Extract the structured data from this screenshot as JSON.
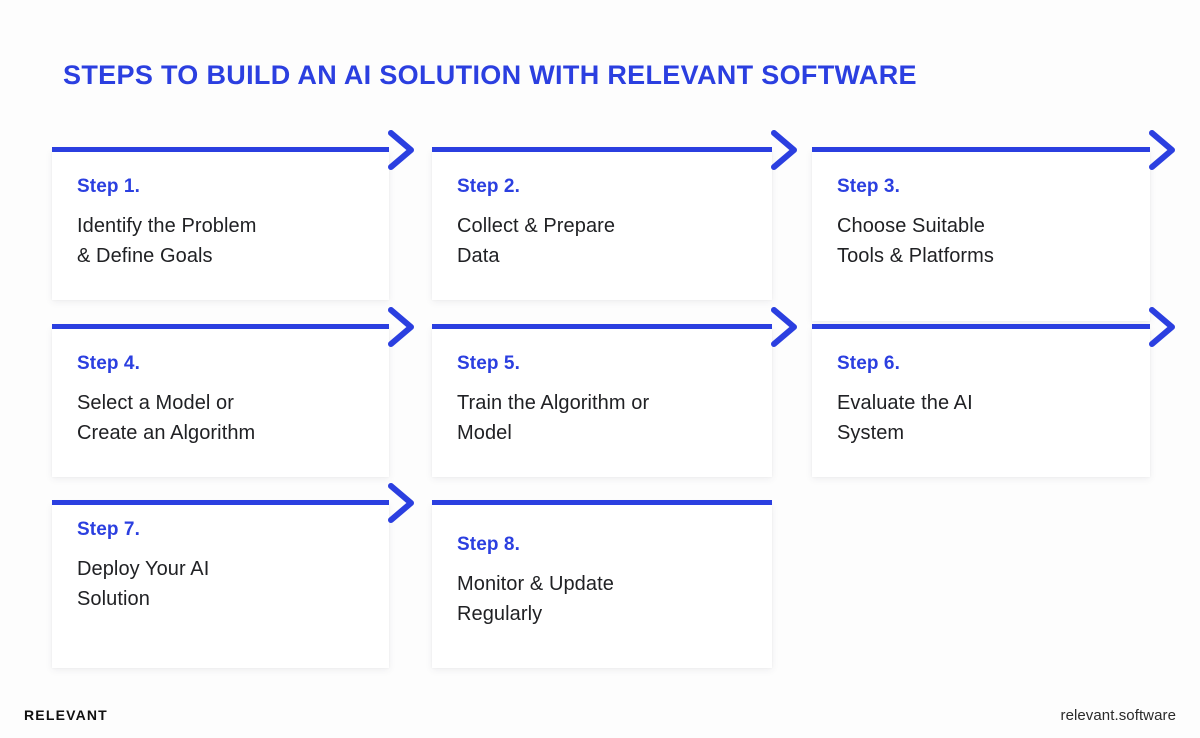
{
  "header": {
    "title": "Steps to Build an AI Solution With Relevant Software"
  },
  "colors": {
    "accent_blue": "#2B3FE0",
    "body_text": "#202124",
    "card_background": "#FFFFFF",
    "page_background": "#FDFDFD",
    "footer_text": "#111111"
  },
  "steps": [
    {
      "label": "Step 1.",
      "text": "Identify the Problem\n& Define Goals",
      "has_arrow_head": true,
      "arrow_icon": "chevron-right-arrow-icon"
    },
    {
      "label": "Step 2.",
      "text": "Collect & Prepare\nData",
      "has_arrow_head": true,
      "arrow_icon": "chevron-right-arrow-icon"
    },
    {
      "label": "Step 3.",
      "text": "Choose Suitable\nTools & Platforms",
      "has_arrow_head": true,
      "arrow_icon": "chevron-right-arrow-icon"
    },
    {
      "label": "Step 4.",
      "text": "Select a Model or\nCreate an Algorithm",
      "has_arrow_head": true,
      "arrow_icon": "chevron-right-arrow-icon"
    },
    {
      "label": "Step 5.",
      "text": "Train the Algorithm or\nModel",
      "has_arrow_head": true,
      "arrow_icon": "chevron-right-arrow-icon"
    },
    {
      "label": "Step 6.",
      "text": "Evaluate the AI\nSystem",
      "has_arrow_head": true,
      "arrow_icon": "chevron-right-arrow-icon"
    },
    {
      "label": "Step 7.",
      "text": "Deploy Your AI\nSolution",
      "has_arrow_head": true,
      "arrow_icon": "chevron-right-arrow-icon"
    },
    {
      "label": "Step 8.",
      "text": "Monitor & Update\nRegularly",
      "has_arrow_head": false,
      "arrow_icon": null
    }
  ],
  "footer": {
    "brand": "RELEVANT",
    "url": "relevant.software"
  }
}
